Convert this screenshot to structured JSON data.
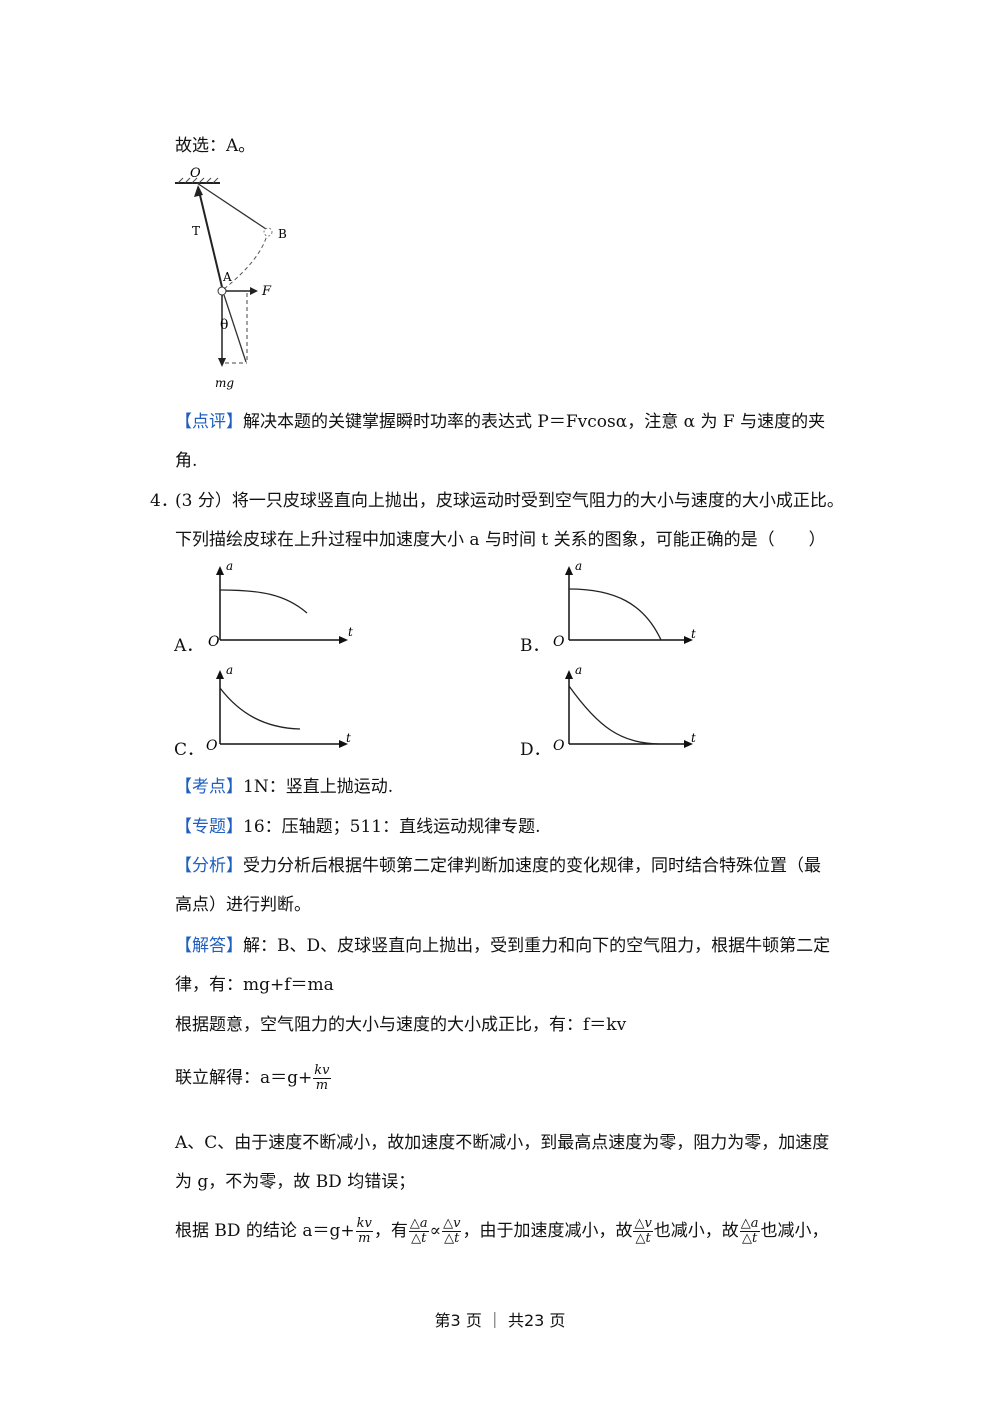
{
  "answer_prev": "故选：A。",
  "fig3": {
    "label_O": "O",
    "label_T": "T",
    "label_B": "B",
    "label_A": "A",
    "label_F": "F",
    "label_theta": "θ",
    "label_mg": "mg"
  },
  "review3": {
    "tag": "【点评】",
    "text_line1": "解决本题的关键掌握瞬时功率的表达式 P＝Fvcosα，注意 α 为 F 与速度的夹",
    "text_line2": "角."
  },
  "q4": {
    "number": "4．",
    "line1": "(3 分）将一只皮球竖直向上抛出，皮球运动时受到空气阻力的大小与速度的大小成正比。",
    "line2": "下列描绘皮球在上升过程中加速度大小 a 与时间 t 关系的图象，可能正确的是（　　）",
    "options": [
      {
        "label": "A．",
        "axis_y": "a",
        "axis_x": "t",
        "origin": "O"
      },
      {
        "label": "B．",
        "axis_y": "a",
        "axis_x": "t",
        "origin": "O"
      },
      {
        "label": "C．",
        "axis_y": "a",
        "axis_x": "t",
        "origin": "O"
      },
      {
        "label": "D．",
        "axis_y": "a",
        "axis_x": "t",
        "origin": "O"
      }
    ]
  },
  "kaodian": {
    "tag": "【考点】",
    "text": "1N：竖直上抛运动."
  },
  "zhuanti": {
    "tag": "【专题】",
    "text": "16：压轴题；511：直线运动规律专题."
  },
  "fenxi": {
    "tag": "【分析】",
    "line1": "受力分析后根据牛顿第二定律判断加速度的变化规律，同时结合特殊位置（最",
    "line2": "高点）进行判断。"
  },
  "jieda": {
    "tag": "【解答】",
    "line1": "解：B、D、皮球竖直向上抛出，受到重力和向下的空气阻力，根据牛顿第二定",
    "line2": "律，有：mg+f＝ma",
    "line3": "根据题意，空气阻力的大小与速度的大小成正比，有：f＝kv",
    "line4_pre": "联立解得：a＝g+",
    "frac_kv_num": "kv",
    "frac_kv_den": "m",
    "line5": "A、C、由于速度不断减小，故加速度不断减小，到最高点速度为零，阻力为零，加速度",
    "line6": "为 g，不为零，故 BD 均错误；",
    "line7_a": "根据 BD 的结论 a＝g+",
    "line7_b": "，有",
    "prop": "∝",
    "line7_c": "，由于加速度减小，故",
    "line7_d": "也减小，故",
    "line7_e": "也减小，",
    "frac_da": "△a",
    "frac_dv": "△v",
    "frac_dt": "△t"
  },
  "footer": "第3 页 ｜ 共23 页"
}
